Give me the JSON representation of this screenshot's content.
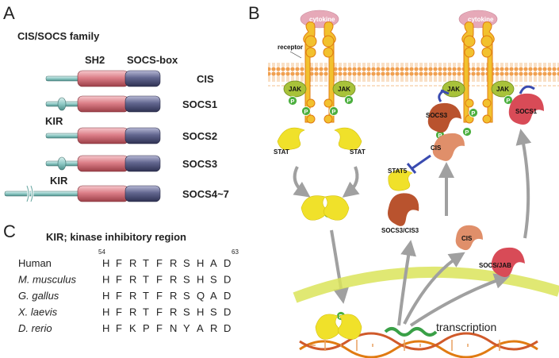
{
  "panel_a": {
    "letter": "A",
    "title": "CIS/SOCS family",
    "header_sh2": "SH2",
    "header_socsbox": "SOCS-box",
    "rows": [
      "CIS",
      "SOCS1",
      "SOCS2",
      "SOCS3",
      "SOCS4~7"
    ],
    "kir_label": "KIR"
  },
  "panel_b": {
    "letter": "B",
    "cytokine": "cytokine",
    "receptor": "receptor",
    "jak": "JAK",
    "p": "P",
    "stat": "STAT",
    "socs3": "SOCS3",
    "socs1": "SOCS1",
    "cis": "CIS",
    "stat5": "STAT5",
    "socs3_cis3": "SOCS3/CIS3",
    "socs_jab": "SOCS/JAB",
    "transcription": "transcription"
  },
  "panel_c": {
    "letter": "C",
    "title": "KIR; kinase inhibitory region",
    "pos_start": "54",
    "pos_end": "63",
    "species": [
      {
        "name": "Human",
        "italic": false,
        "seq": [
          "H",
          "F",
          "R",
          "T",
          "F",
          "R",
          "S",
          "H",
          "A",
          "D"
        ]
      },
      {
        "name": "M. musculus",
        "italic": true,
        "seq": [
          "H",
          "F",
          "R",
          "T",
          "F",
          "R",
          "S",
          "H",
          "S",
          "D"
        ]
      },
      {
        "name": "G. gallus",
        "italic": true,
        "seq": [
          "H",
          "F",
          "R",
          "T",
          "F",
          "R",
          "S",
          "Q",
          "A",
          "D"
        ]
      },
      {
        "name": "X. laevis",
        "italic": true,
        "seq": [
          "H",
          "F",
          "R",
          "T",
          "F",
          "R",
          "S",
          "H",
          "S",
          "D"
        ]
      },
      {
        "name": "D. rerio",
        "italic": true,
        "seq": [
          "H",
          "F",
          "K",
          "P",
          "F",
          "N",
          "Y",
          "A",
          "R",
          "D"
        ]
      }
    ]
  },
  "colors": {
    "sh2": "#d9737d",
    "socsbox": "#5b5e86",
    "linker": "#8fc9c5",
    "receptor": "#f2c12e",
    "receptor_edge": "#e07b12",
    "jak": "#a8c23a",
    "stat": "#f0e12a",
    "p": "#4caf3f",
    "cytokine": "#e6a9b8",
    "socs3": "#b9532e",
    "cis": "#e08f6a",
    "socs1": "#d84b57",
    "arrow": "#a0a0a0",
    "inhibit": "#3a4bb0",
    "nucleus": "#dbe45a",
    "dna1": "#e07b12",
    "dna2": "#d05a2a",
    "mrna": "#3aa047"
  }
}
